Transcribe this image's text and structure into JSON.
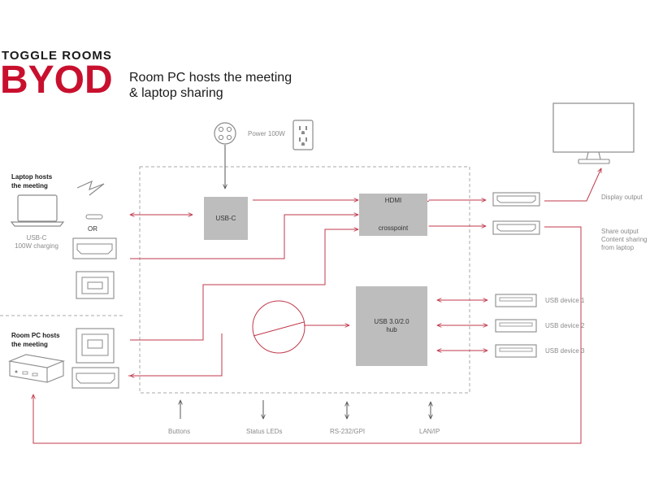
{
  "header": {
    "kicker": "TOGGLE ROOMS",
    "title": "BYOD",
    "subtitle_line1": "Room PC hosts the meeting",
    "subtitle_line2": "& laptop sharing"
  },
  "power": {
    "label": "Power 100W"
  },
  "laptop": {
    "title_line1": "Laptop hosts",
    "title_line2": "the meeting",
    "caption_line1": "USB-C",
    "caption_line2": "100W charging",
    "or_label": "OR"
  },
  "room_pc": {
    "title_line1": "Room PC hosts",
    "title_line2": "the meeting"
  },
  "blocks": {
    "usbc": "USB-C",
    "hdmi_top": "HDMI",
    "hdmi_bottom": "crosspoint",
    "hub_line1": "USB 3.0/2.0",
    "hub_line2": "hub"
  },
  "outputs": {
    "display": "Display output",
    "share_line1": "Share output",
    "share_line2": "Content sharing",
    "share_line3": "from laptop",
    "usb1": "USB device 1",
    "usb2": "USB device 2",
    "usb3": "USB device 3"
  },
  "bottom": {
    "buttons": "Buttons",
    "leds": "Status LEDs",
    "rs232": "RS-232/GPI",
    "lan": "LAN/IP"
  },
  "colors": {
    "accent": "#c8102e",
    "signal": "#c0394b",
    "block": "#bdbdbd",
    "outline": "#8a8a8a"
  }
}
